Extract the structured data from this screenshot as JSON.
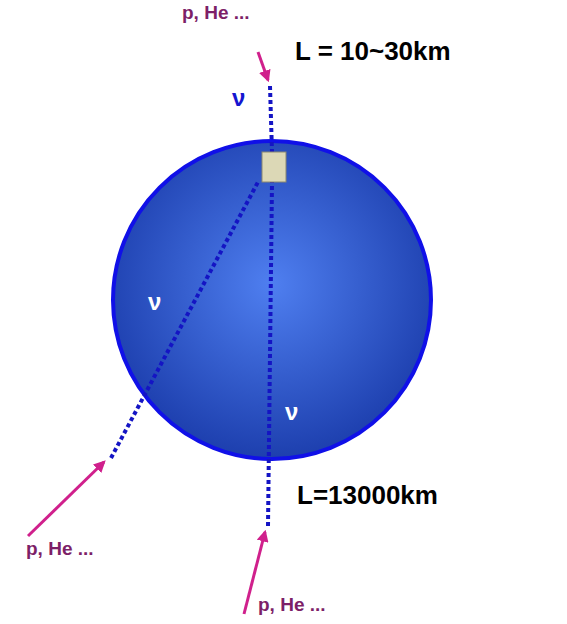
{
  "diagram": {
    "labels": [
      "p, He ...",
      "L = 10~30km",
      "ν",
      "ν",
      "ν",
      "L=13000km",
      "p, He ...",
      "p, He ..."
    ]
  }
}
